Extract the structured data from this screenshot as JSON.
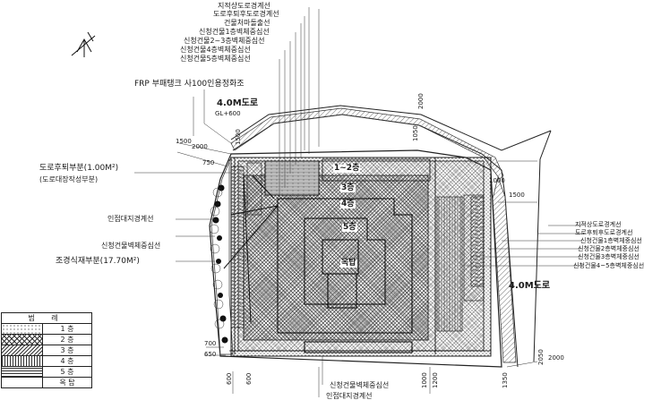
{
  "top_labels": [
    "지적상도로경계선",
    "도로후퇴후도로경계선",
    "건물처마돌출선",
    "신청건물1층벽체중심선",
    "신청건물2~3층벽체중심선",
    "신청건물4층벽체중심선",
    "신청건물5층벽체중심선"
  ],
  "frp_label": "FRP 부패탱크 사100인용정화조",
  "road_top": "4.0M도로",
  "gl_label": "GL+600",
  "left_labels": {
    "setback_area": "도로후퇴부분(1.00M²)",
    "setback_note": "(도로대장작성부분)",
    "adjacent_boundary": "인접대지경계선",
    "building_center": "신청건물벽체중심선",
    "landscape_area": "조경식재부분(17.70M²)"
  },
  "right_labels": [
    "지적상도로경계선",
    "도로후퇴후도로경계선",
    "신청건물1층벽체중심선",
    "신청건물2층벽체중심선",
    "신청건물3층벽체중심선",
    "신청건물4~5층벽체중심선"
  ],
  "road_right": "4.0M도로",
  "bottom_labels": [
    "신청건물벽체중심선",
    "인접대지경계선"
  ],
  "inner_labels": {
    "floors_1_2": "1~2층",
    "floor_3": "3층",
    "floor_4": "4층",
    "roof_5": "5층",
    "roof": "옥탑"
  },
  "dims": {
    "d1500a": "1500",
    "d2000a": "2000",
    "d750": "750",
    "d1500b": "1500",
    "d2000b": "2000",
    "d1050": "1050",
    "d1000": "1000",
    "d1500c": "1500",
    "d2050": "2050",
    "d2000c": "2000",
    "d700": "700",
    "d650": "650",
    "d600a": "600",
    "d600b": "600",
    "d1000b": "1000",
    "d1200": "1200",
    "d1350": "1350"
  },
  "legend": {
    "title": "범 례",
    "rows": [
      "1 층",
      "2 층",
      "3 층",
      "4 층",
      "5 층",
      "옥 탑"
    ]
  }
}
